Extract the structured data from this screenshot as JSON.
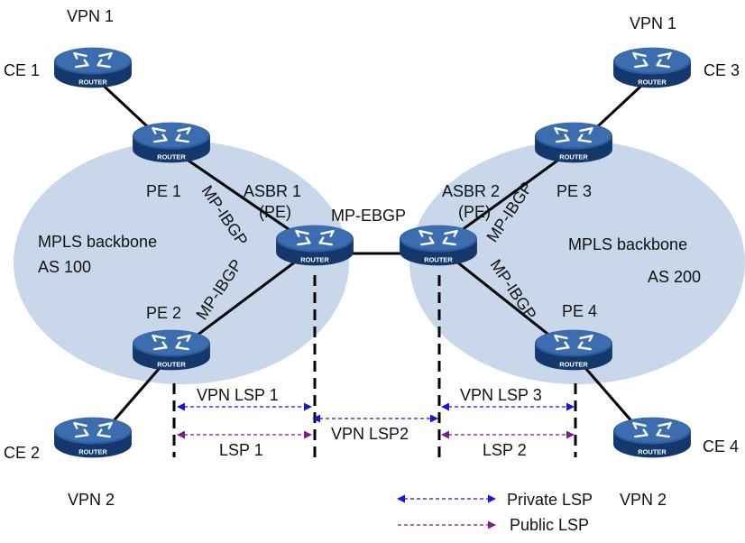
{
  "colors": {
    "as_cloud": "#c9d7ea",
    "router_top": "#2e5e9e",
    "router_side": "#14386b",
    "private_lsp": "#1515e0",
    "public_lsp": "#7a1f86",
    "line": "#000000"
  },
  "icons": {
    "router": "router-icon",
    "router_caption": "ROUTER"
  },
  "labels": {
    "vpn1_left": "VPN 1",
    "vpn1_right": "VPN 1",
    "vpn2_left": "VPN 2",
    "vpn2_right": "VPN 2",
    "ce1": "CE 1",
    "ce2": "CE 2",
    "ce3": "CE 3",
    "ce4": "CE 4",
    "pe1": "PE 1",
    "pe2": "PE 2",
    "pe3": "PE 3",
    "pe4": "PE 4",
    "asbr1_line1": "ASBR 1",
    "asbr1_line2": "(PE)",
    "asbr2_line1": "ASBR 2",
    "asbr2_line2": "(PE)",
    "mp_ebgp": "MP-EBGP",
    "mp_ibgp_pe1": "MP-IBGP",
    "mp_ibgp_pe2": "MP-IBGP",
    "mp_ibgp_pe3": "MP-IBGP",
    "mp_ibgp_pe4": "MP-IBGP",
    "as100_name": "MPLS backbone",
    "as100_num": "AS 100",
    "as200_name": "MPLS backbone",
    "as200_num": "AS 200",
    "vpn_lsp1": "VPN LSP 1",
    "vpn_lsp2": "VPN LSP2",
    "vpn_lsp3": "VPN LSP 3",
    "lsp1": "LSP 1",
    "lsp2": "LSP 2"
  },
  "legend": {
    "private": "Private LSP",
    "public": "Public LSP"
  }
}
